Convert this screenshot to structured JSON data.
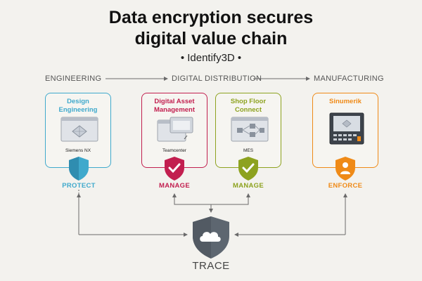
{
  "title_line1": "Data encryption secures",
  "title_line2": "digital value chain",
  "subtitle": "• Identify3D •",
  "stages": {
    "engineering": "ENGINEERING",
    "distribution": "DIGITAL DISTRIBUTION",
    "manufacturing": "MANUFACTURING"
  },
  "cards": [
    {
      "title": "Design\nEngineering",
      "sub": "Siemens NX",
      "action": "PROTECT",
      "color": "#3fa9cc"
    },
    {
      "title": "Digital Asset\nManagement",
      "sub": "Teamcenter",
      "action": "MANAGE",
      "color": "#c21f4f"
    },
    {
      "title": "Shop Floor\nConnect",
      "sub": "MES",
      "action": "MANAGE",
      "color": "#8da21f"
    },
    {
      "title": "Sinumerik",
      "sub": "",
      "action": "ENFORCE",
      "color": "#ef8a17"
    }
  ],
  "trace": "TRACE",
  "colors": {
    "trace_shield": "#5d6670",
    "line": "#6b6b6b"
  }
}
